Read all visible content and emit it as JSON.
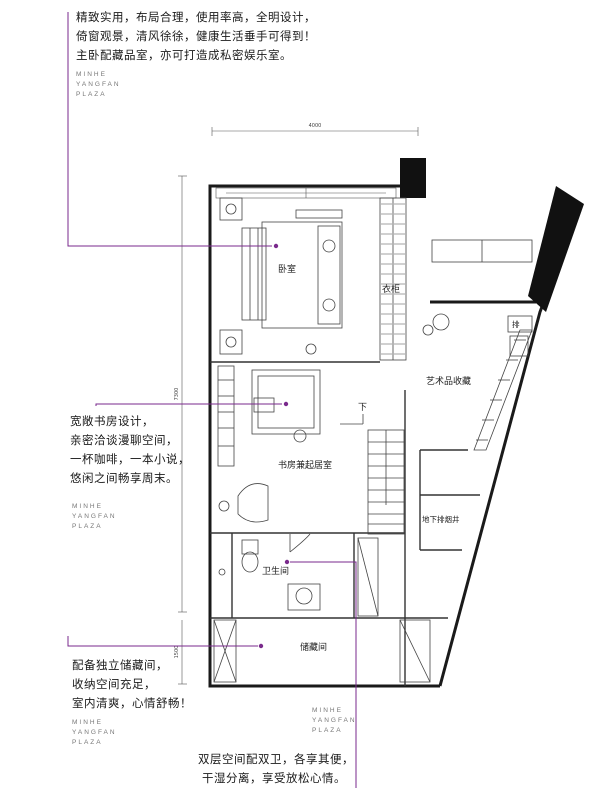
{
  "notes": {
    "bedroom": [
      "精致实用，布局合理，使用率高，全明设计，",
      "倚窗观景，清风徐徐，健康生活垂手可得到！",
      "主卧配藏品室，亦可打造成私密娱乐室。"
    ],
    "study": [
      "宽敞书房设计，",
      "亲密洽谈漫聊空间，",
      "一杯咖啡，一本小说，",
      "悠闲之间畅享周末。"
    ],
    "storage": [
      "配备独立储藏间，",
      "收纳空间充足，",
      "室内清爽，心情舒畅！"
    ],
    "bath": [
      "双层空间配双卫，各享其便，",
      "干湿分离，享受放松心情。"
    ]
  },
  "brand": {
    "line1": "MINHE",
    "line2": "YANGFAN",
    "line3": "PLAZA"
  },
  "rooms": {
    "bedroom": "卧室",
    "wardrobe": "衣柜",
    "art": "艺术品收藏",
    "study": "书房兼起居室",
    "down": "下",
    "exhaust": "地下排烟井",
    "bathroom": "卫生间",
    "storage": "储藏间",
    "pipe": "排"
  },
  "dims": {
    "top": "4000",
    "left": "7300",
    "left_bottom": "1500"
  },
  "colors": {
    "accent": "#7a2a8c",
    "wall": "#1a1a1a",
    "line": "#555555"
  }
}
